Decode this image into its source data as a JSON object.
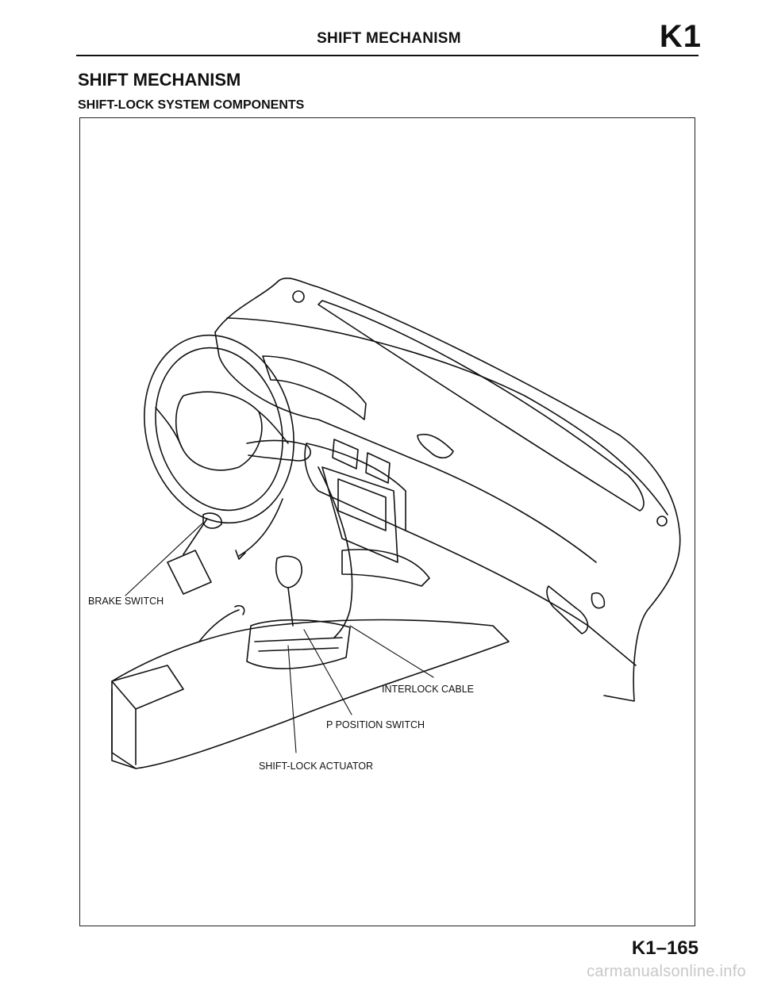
{
  "header": {
    "title": "SHIFT MECHANISM",
    "code": "K1"
  },
  "section": {
    "title": "SHIFT MECHANISM",
    "subtitle": "SHIFT-LOCK SYSTEM COMPONENTS"
  },
  "figure": {
    "callouts": {
      "brake_switch": "BRAKE SWITCH",
      "interlock_cable": "INTERLOCK CABLE",
      "p_position_switch": "P POSITION SWITCH",
      "shift_lock_actuator": "SHIFT-LOCK ACTUATOR"
    }
  },
  "footer": {
    "page_number": "K1–165",
    "watermark": "carmanualsonline.info"
  }
}
